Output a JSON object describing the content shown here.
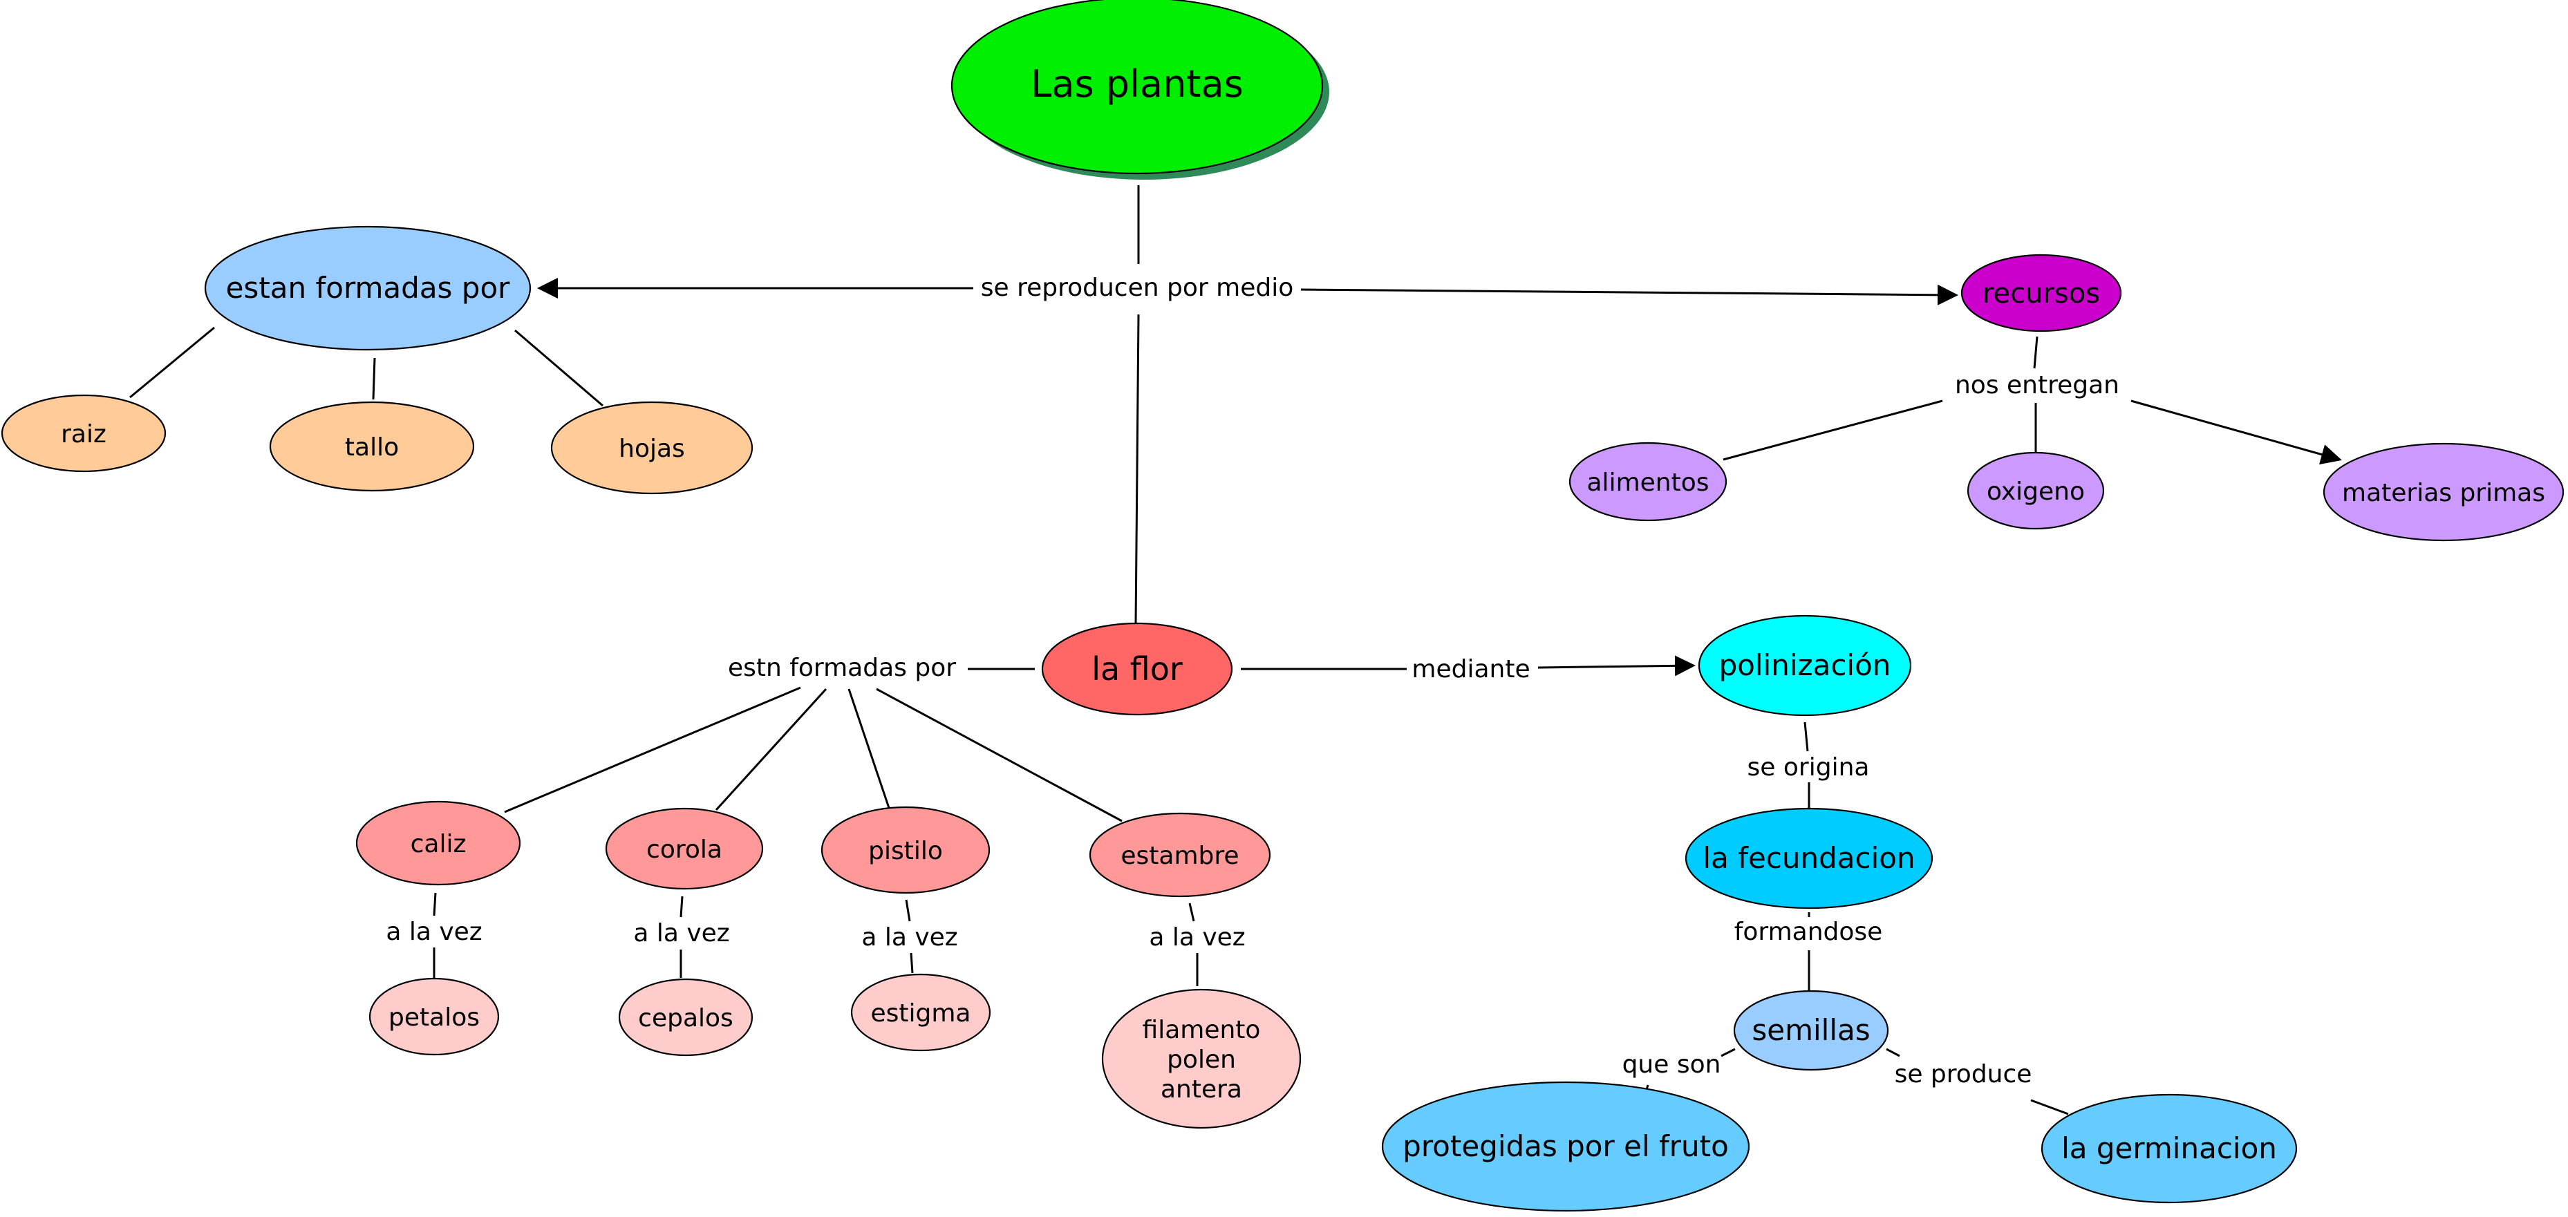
{
  "nodes": {
    "root": {
      "label": "Las plantas",
      "color": "#00ee00"
    },
    "formadas": {
      "label": "estan formadas por",
      "color": "#99ccff"
    },
    "raiz": {
      "label": "raiz",
      "color": "#ffcc99"
    },
    "tallo": {
      "label": "tallo",
      "color": "#ffcc99"
    },
    "hojas": {
      "label": "hojas",
      "color": "#ffcc99"
    },
    "recursos": {
      "label": "recursos",
      "color": "#cc00cc"
    },
    "alimentos": {
      "label": "alimentos",
      "color": "#cc99ff"
    },
    "oxigeno": {
      "label": "oxigeno",
      "color": "#cc99ff"
    },
    "materias": {
      "label": "materias primas",
      "color": "#cc99ff"
    },
    "flor": {
      "label": "la flor",
      "color": "#ff6666"
    },
    "caliz": {
      "label": "caliz",
      "color": "#ff9999"
    },
    "corola": {
      "label": "corola",
      "color": "#ff9999"
    },
    "pistilo": {
      "label": "pistilo",
      "color": "#ff9999"
    },
    "estambre": {
      "label": "estambre",
      "color": "#ff9999"
    },
    "petalos": {
      "label": "petalos",
      "color": "#ffcccc"
    },
    "cepalos": {
      "label": "cepalos",
      "color": "#ffcccc"
    },
    "estigma": {
      "label": "estigma",
      "color": "#ffcccc"
    },
    "filamento": {
      "lines": [
        "filamento",
        "polen",
        "antera"
      ],
      "color": "#ffcccc"
    },
    "polinizacion": {
      "label": "polinización",
      "color": "#00ffff"
    },
    "fecundacion": {
      "label": "la fecundacion",
      "color": "#00ccff"
    },
    "semillas": {
      "label": "semillas",
      "color": "#99ccff"
    },
    "protegidas": {
      "label": "protegidas por el fruto",
      "color": "#66ccff"
    },
    "germinacion": {
      "label": "la germinacion",
      "color": "#66ccff"
    }
  },
  "links": {
    "reproducen": "se reproducen por medio",
    "entregan": "nos entregan",
    "estn": "estn formadas por",
    "mediante": "mediante",
    "alavez": "a la vez",
    "origina": "se origina",
    "formandose": "formandose",
    "queson": "que son",
    "produce": "se produce"
  },
  "colors": {
    "root_shadow": "#2e8b57"
  }
}
